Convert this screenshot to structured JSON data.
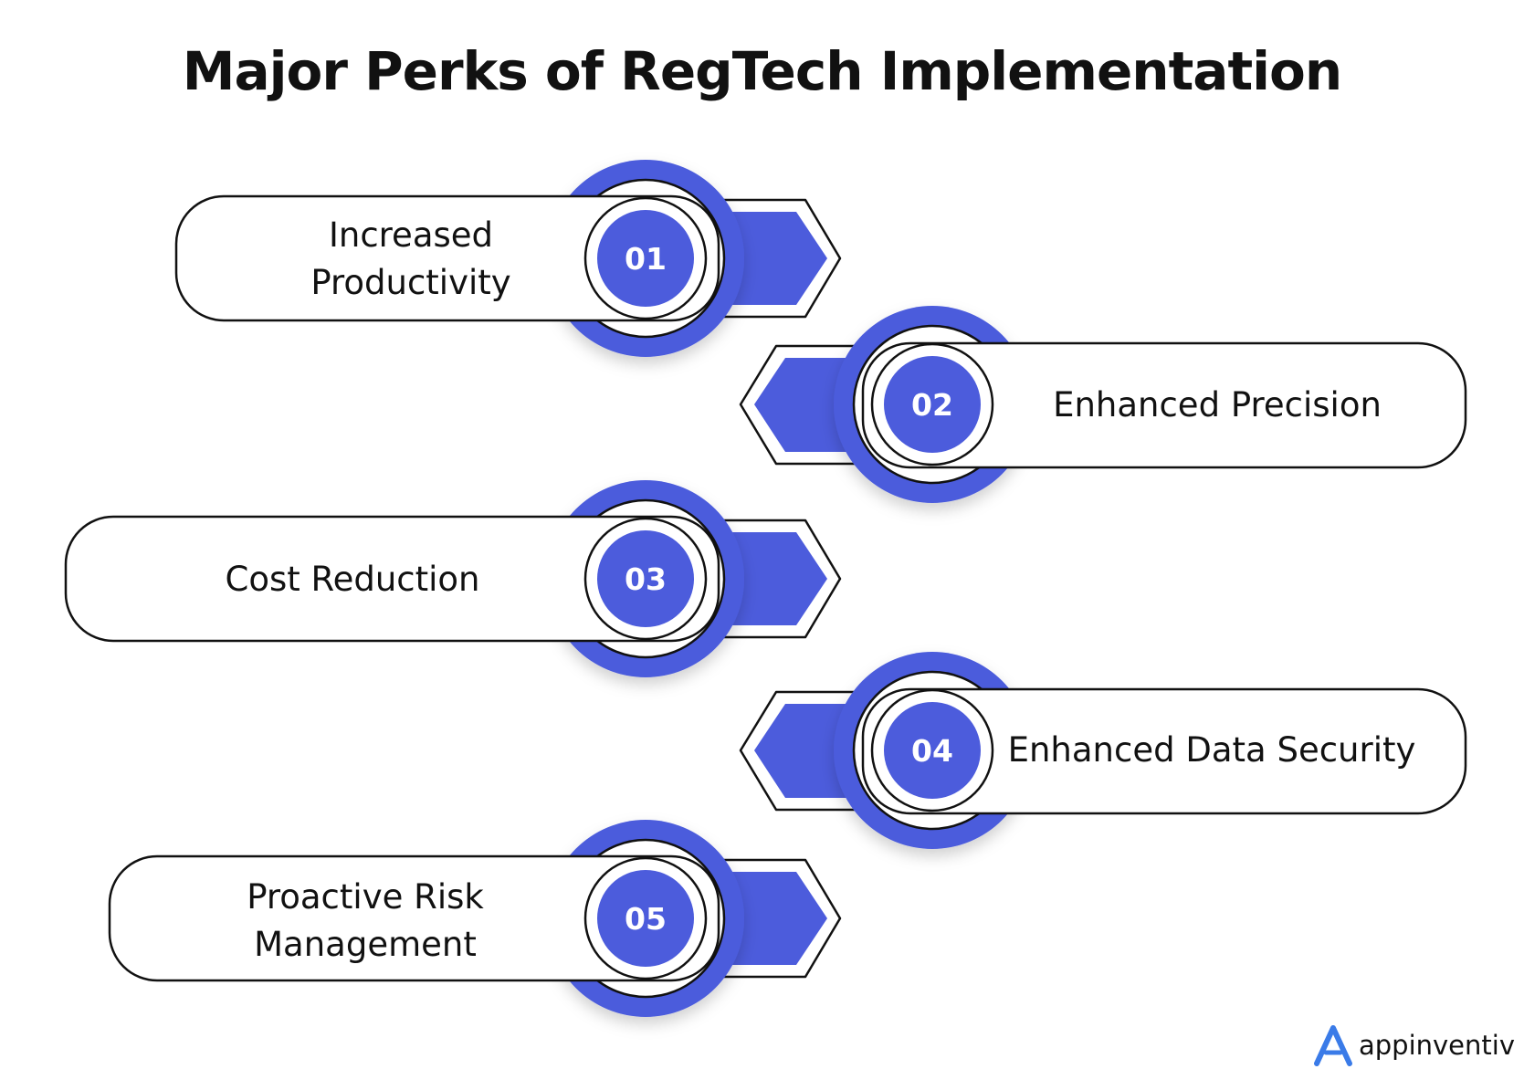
{
  "title": "Major Perks of RegTech Implementation",
  "colors": {
    "accent": "#4C5CDC",
    "text": "#111111",
    "logo_accent": "#3A7BE8"
  },
  "items": [
    {
      "number": "01",
      "lines": [
        "Increased",
        "Productivity"
      ]
    },
    {
      "number": "02",
      "lines": [
        "Enhanced Precision"
      ]
    },
    {
      "number": "03",
      "lines": [
        "Cost Reduction"
      ]
    },
    {
      "number": "04",
      "lines": [
        "Enhanced Data Security"
      ]
    },
    {
      "number": "05",
      "lines": [
        "Proactive Risk",
        "Management"
      ]
    }
  ],
  "logo": {
    "text": "appinventiv",
    "icon": "appinventiv-a-logo-icon"
  }
}
